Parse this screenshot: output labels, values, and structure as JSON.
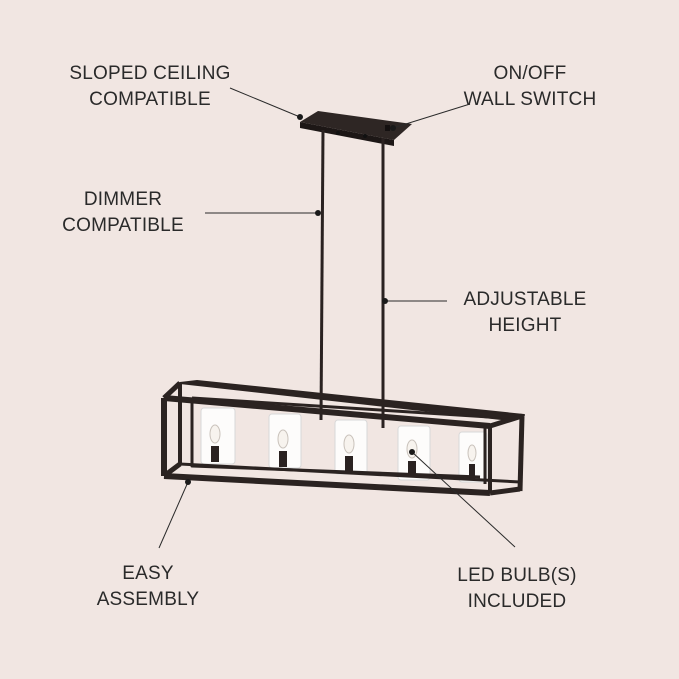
{
  "features": {
    "sloped_ceiling": {
      "line1": "SLOPED CEILING",
      "line2": "COMPATIBLE"
    },
    "on_off": {
      "line1": "ON/OFF",
      "line2": "WALL SWITCH"
    },
    "dimmer": {
      "line1": "DIMMER",
      "line2": "COMPATIBLE"
    },
    "adjustable": {
      "line1": "ADJUSTABLE",
      "line2": "HEIGHT"
    },
    "easy_assembly": {
      "line1": "EASY",
      "line2": "ASSEMBLY"
    },
    "led_bulbs": {
      "line1": "LED BULB(S)",
      "line2": "INCLUDED"
    }
  },
  "colors": {
    "background": "#f1e6e2",
    "frame": "#2b2321",
    "text": "#2a2a2a"
  }
}
